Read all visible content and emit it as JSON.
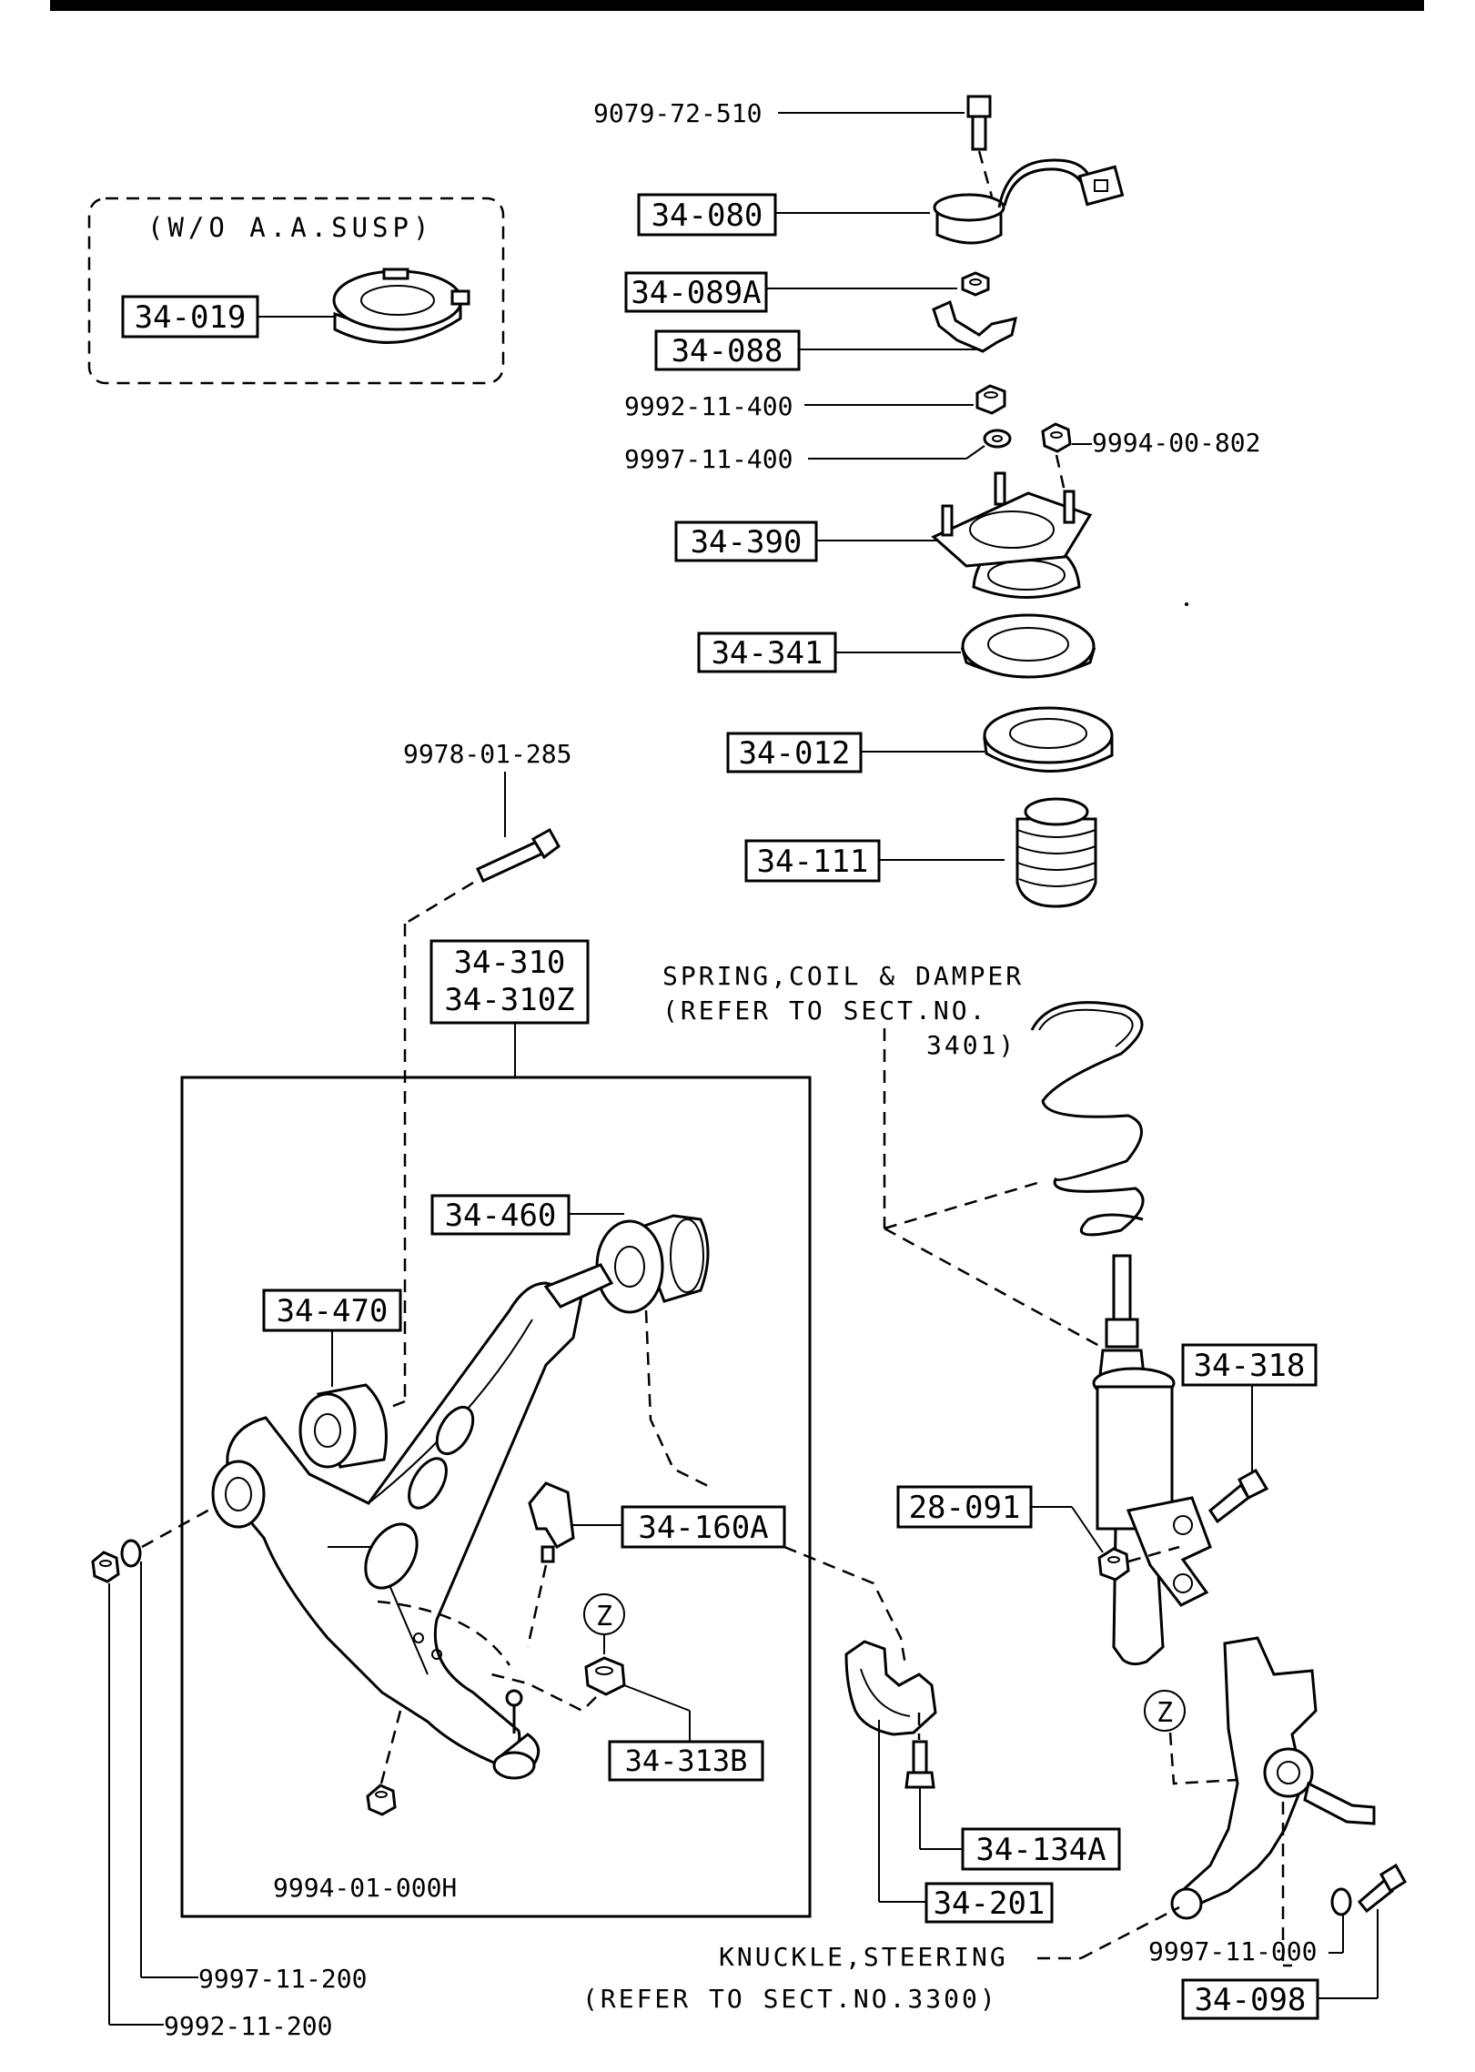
{
  "labels": {
    "p9079": "9079-72-510",
    "p9992_400": "9992-11-400",
    "p9997_400": "9997-11-400",
    "p9994_802": "9994-00-802",
    "p9978": "9978-01-285",
    "p9994_01": "9994-01-000H",
    "p9997_200": "9997-11-200",
    "p9992_200": "9992-11-200",
    "p9997_000": "9997-11-000"
  },
  "boxed": {
    "b34_080": "34-080",
    "b34_089A": "34-089A",
    "b34_088": "34-088",
    "b34_390": "34-390",
    "b34_341": "34-341",
    "b34_012": "34-012",
    "b34_111": "34-111",
    "b34_310": "34-310",
    "b34_310Z": "34-310Z",
    "b34_460": "34-460",
    "b34_470": "34-470",
    "b34_318": "34-318",
    "b28_091": "28-091",
    "b34_160A": "34-160A",
    "b34_313B": "34-313B",
    "b34_134A": "34-134A",
    "b34_201": "34-201",
    "b34_098": "34-098",
    "b34_019": "34-019"
  },
  "notes": {
    "wo_susp": "(W/O A.A.SUSP)",
    "spring_line1": "SPRING,COIL & DAMPER",
    "spring_line2": "(REFER TO SECT.NO.",
    "spring_line3": "3401)",
    "knuckle_line1": "KNUCKLE,STEERING",
    "knuckle_line2": "(REFER TO SECT.NO.3300)",
    "z_marker": "Z"
  }
}
